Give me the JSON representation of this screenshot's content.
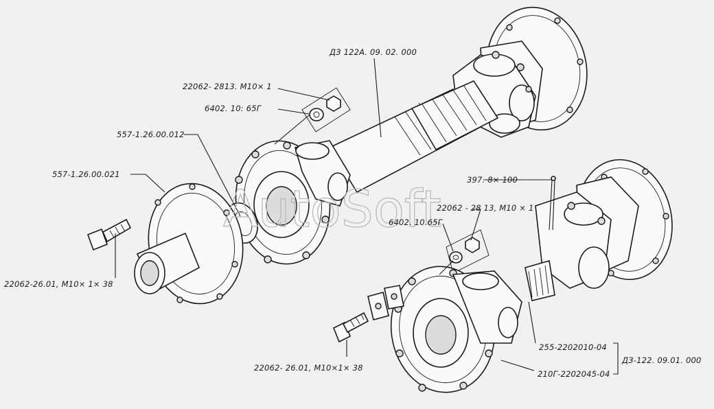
{
  "watermark": "AutoSoft",
  "labels": {
    "shaft_assembly": "ДЗ 122А. 09. 02. 000",
    "nut_top": "22062- 2813. М10× 1",
    "washer_top": "6402. 10: 65Г",
    "seal_ring": "557-1.26.00.012",
    "flange": "557-1.26.00.021",
    "bolt_left": "22062-26.01, М10× 1× 38",
    "cotter_pin": "397. 8× 100",
    "nut_right": "22062 - 28 13, М10 × 1",
    "washer_right": "6402. 10.65Г",
    "bolt_bottom": "22062- 26.01, М10×1× 38",
    "joint_part_a": "255-2202010-04",
    "joint_part_b": "210Г-2202045-04",
    "joint_assembly": "ДЗ-122. 09.01. 000"
  }
}
